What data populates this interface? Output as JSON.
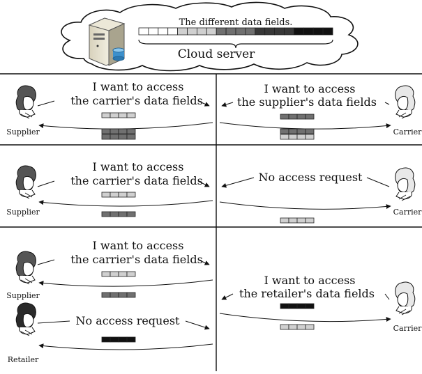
{
  "cloud": {
    "caption": "The different data fields.",
    "label": "Cloud server",
    "icon": "server-icon",
    "field_colors": [
      "#ffffff",
      "#ffffff",
      "#ffffff",
      "#ffffff",
      "#d0d0d0",
      "#d0d0d0",
      "#d0d0d0",
      "#d0d0d0",
      "#707070",
      "#707070",
      "#707070",
      "#707070",
      "#383838",
      "#383838",
      "#383838",
      "#383838",
      "#111111",
      "#111111",
      "#111111",
      "#111111"
    ]
  },
  "colors": {
    "white": "#ffffff",
    "light": "#d0d0d0",
    "mid": "#707070",
    "dark": "#383838",
    "black": "#111111"
  },
  "scenarios": [
    {
      "left": {
        "actors": [
          {
            "name": "Supplier",
            "icon": "person-head-icon",
            "request": [
              "I want to access",
              "the carrier's data fields"
            ],
            "request_block": "light",
            "return_block": [
              "mid",
              "mid",
              "mid",
              "mid",
              "light",
              "light",
              "light",
              "light"
            ]
          }
        ]
      },
      "right": {
        "actor": {
          "name": "Carrier",
          "icon": "person-head-icon",
          "request": [
            "I want to access",
            "the supplier's data fields"
          ],
          "request_block": "mid",
          "return_block": [
            "mid",
            "mid",
            "mid",
            "mid",
            "light",
            "light",
            "light",
            "light"
          ]
        }
      }
    },
    {
      "left": {
        "actors": [
          {
            "name": "Supplier",
            "icon": "person-head-icon",
            "request": [
              "I want to access",
              "the carrier's data fields"
            ],
            "request_block": "light",
            "return_block": [
              "mid",
              "mid",
              "mid",
              "mid"
            ]
          }
        ]
      },
      "right": {
        "actor": {
          "name": "Carrier",
          "icon": "person-head-icon",
          "request": [
            "No access request"
          ],
          "request_block": null,
          "return_block": [
            "light",
            "light",
            "light",
            "light"
          ]
        }
      }
    },
    {
      "left": {
        "actors": [
          {
            "name": "Supplier",
            "icon": "person-head-icon",
            "request": [
              "I want to access",
              "the carrier's data fields"
            ],
            "request_block": "light",
            "return_block": [
              "mid",
              "mid",
              "mid",
              "mid"
            ]
          },
          {
            "name": "Retailer",
            "icon": "person-head-icon",
            "request": [
              "No access request"
            ],
            "request_block": null,
            "return_block": [
              "black",
              "black",
              "black",
              "black"
            ]
          }
        ]
      },
      "right": {
        "actor": {
          "name": "Carrier",
          "icon": "person-head-icon",
          "request": [
            "I want to access",
            "the retailer's data fields"
          ],
          "request_block": "black",
          "return_block": [
            "light",
            "light",
            "light",
            "light"
          ]
        }
      }
    }
  ]
}
